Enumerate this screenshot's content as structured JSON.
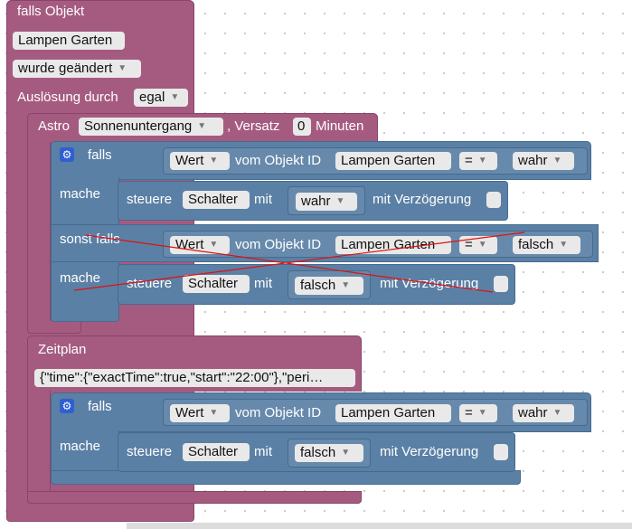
{
  "trigger": {
    "header": "falls Objekt",
    "object": "Lampen Garten",
    "mode": "wurde geändert",
    "cause_label": "Auslösung durch",
    "cause_value": "egal"
  },
  "astro": {
    "label": "Astro",
    "event": "Sonnenuntergang",
    "offset_label": ", Versatz",
    "offset_value": "0",
    "unit": "Minuten",
    "if1": {
      "falls": "falls",
      "prop": "Wert",
      "of_label": "vom Objekt ID",
      "object": "Lampen Garten",
      "op": "=",
      "value": "wahr"
    },
    "do1": {
      "mache": "mache",
      "steuere": "steuere",
      "object": "Schalter",
      "mit": "mit",
      "value": "wahr",
      "delay_label": "mit Verzögerung"
    },
    "else_if": {
      "label": "sonst falls",
      "prop": "Wert",
      "of_label": "vom Objekt ID",
      "object": "Lampen Garten",
      "op": "=",
      "value": "falsch"
    },
    "do2": {
      "mache": "mache",
      "steuere": "steuere",
      "object": "Schalter",
      "mit": "mit",
      "value": "falsch",
      "delay_label": "mit Verzögerung"
    }
  },
  "schedule": {
    "label": "Zeitplan",
    "json": "{\"time\":{\"exactTime\":true,\"start\":\"22:00\"},\"peri…",
    "if1": {
      "falls": "falls",
      "prop": "Wert",
      "of_label": "vom Objekt ID",
      "object": "Lampen Garten",
      "op": "=",
      "value": "wahr"
    },
    "do1": {
      "mache": "mache",
      "steuere": "steuere",
      "object": "Schalter",
      "mit": "mit",
      "value": "falsch",
      "delay_label": "mit Verzögerung"
    }
  },
  "colors": {
    "trigger_block": "#a55b80",
    "control_block": "#5b80a5",
    "strike": "#e01010",
    "gear": "#2f5fd0"
  },
  "icons": {
    "settings": "gear-icon",
    "dropdown": "triangle-down"
  }
}
